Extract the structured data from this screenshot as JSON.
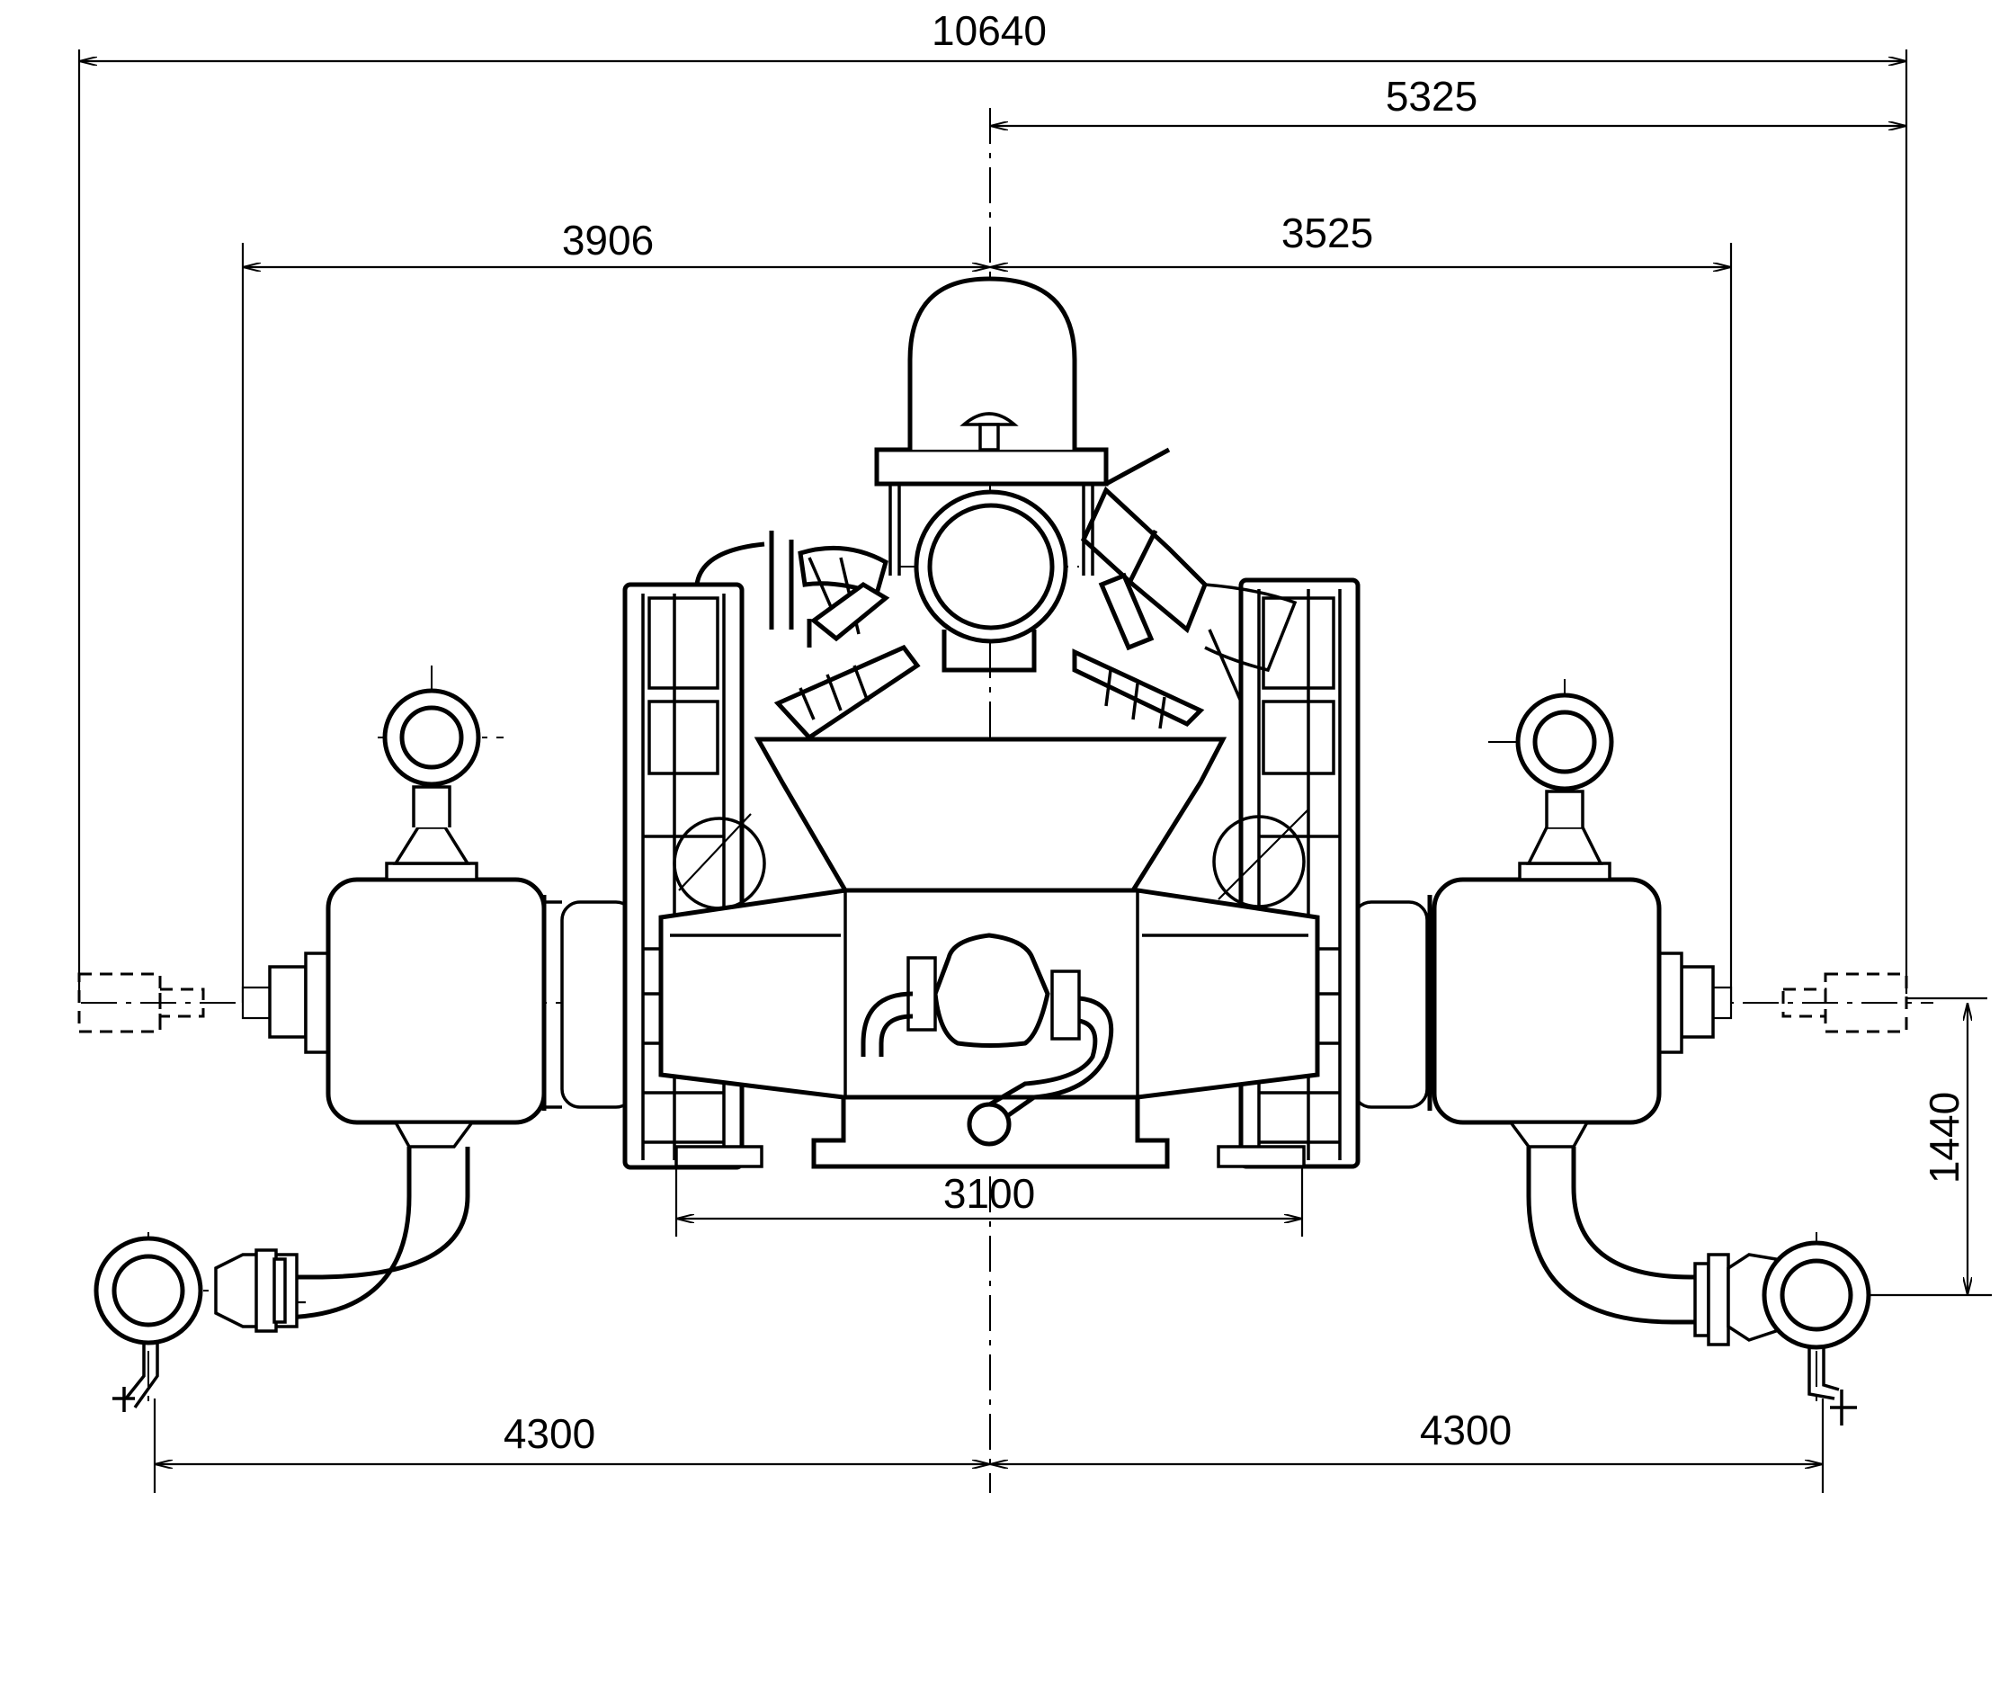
{
  "dimensions": {
    "overall_width": "10640",
    "half_right": "5325",
    "left_to_axis": "3906",
    "right_to_axis": "3525",
    "base_width": "3100",
    "left_span": "4300",
    "right_span": "4300",
    "height_offset": "1440"
  }
}
